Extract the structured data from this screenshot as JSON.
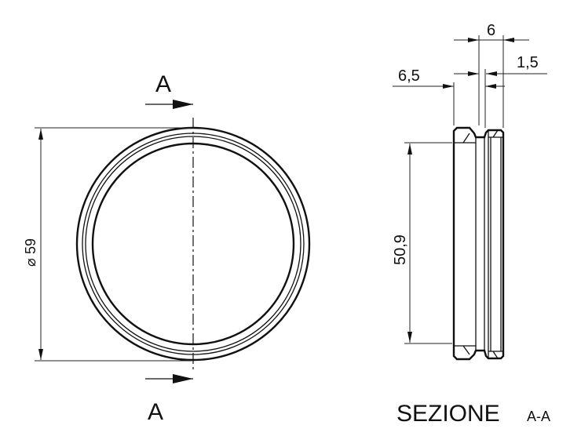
{
  "drawing": {
    "section_label_top": "A",
    "section_label_bottom": "A",
    "dim_diameter": "59",
    "diameter_symbol": "⌀",
    "dim_height": "50,9",
    "dim_width_total": "6",
    "dim_step": "1,5",
    "dim_offset": "6,5",
    "section_title": "SEZIONE",
    "section_title_suffix": "A-A"
  }
}
